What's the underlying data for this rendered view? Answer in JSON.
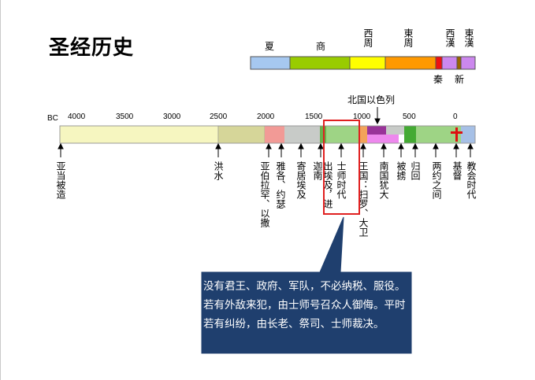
{
  "title": "圣经历史",
  "dynasties": [
    {
      "label": "夏",
      "color": "#a6c8f0"
    },
    {
      "label": "商",
      "color": "#99cc00"
    },
    {
      "label": "西周",
      "color": "#ffff00"
    },
    {
      "label": "東周",
      "color": "#ff9900"
    },
    {
      "label": "秦",
      "color": "#ee1111"
    },
    {
      "label": "西漢",
      "color": "#cc88ee"
    },
    {
      "label": "新",
      "color": "#996600"
    },
    {
      "label": "東漢",
      "color": "#cc88ee"
    }
  ],
  "bc_label": "BC",
  "ticks": [
    "4000",
    "3500",
    "3000",
    "2500",
    "2000",
    "1500",
    "1000",
    "500",
    "0"
  ],
  "top_label": "北国以色列",
  "events": [
    {
      "label": "亚当被造"
    },
    {
      "label": "洪水"
    },
    {
      "label": "亚伯拉罕、以撒"
    },
    {
      "label": "雅各、约瑟"
    },
    {
      "label": "寄居埃及"
    },
    {
      "label": "出埃及，进迦南"
    },
    {
      "label": "士师时代"
    },
    {
      "label": "王国：扫罗、大卫"
    },
    {
      "label": "南国犹大"
    },
    {
      "label": "被掳"
    },
    {
      "label": "归回"
    },
    {
      "label": "两约之间"
    },
    {
      "label": "基督"
    },
    {
      "label": "教会时代"
    }
  ],
  "callout": "没有君王、政府、军队，不必纳税、服役。若有外敌来犯，由士师号召众人御侮。平时若有纠纷，由长老、祭司、士师裁决。",
  "colors": {
    "callout_bg": "#1f3f6e",
    "highlight": "#e02020",
    "cross": "#dd1111"
  }
}
